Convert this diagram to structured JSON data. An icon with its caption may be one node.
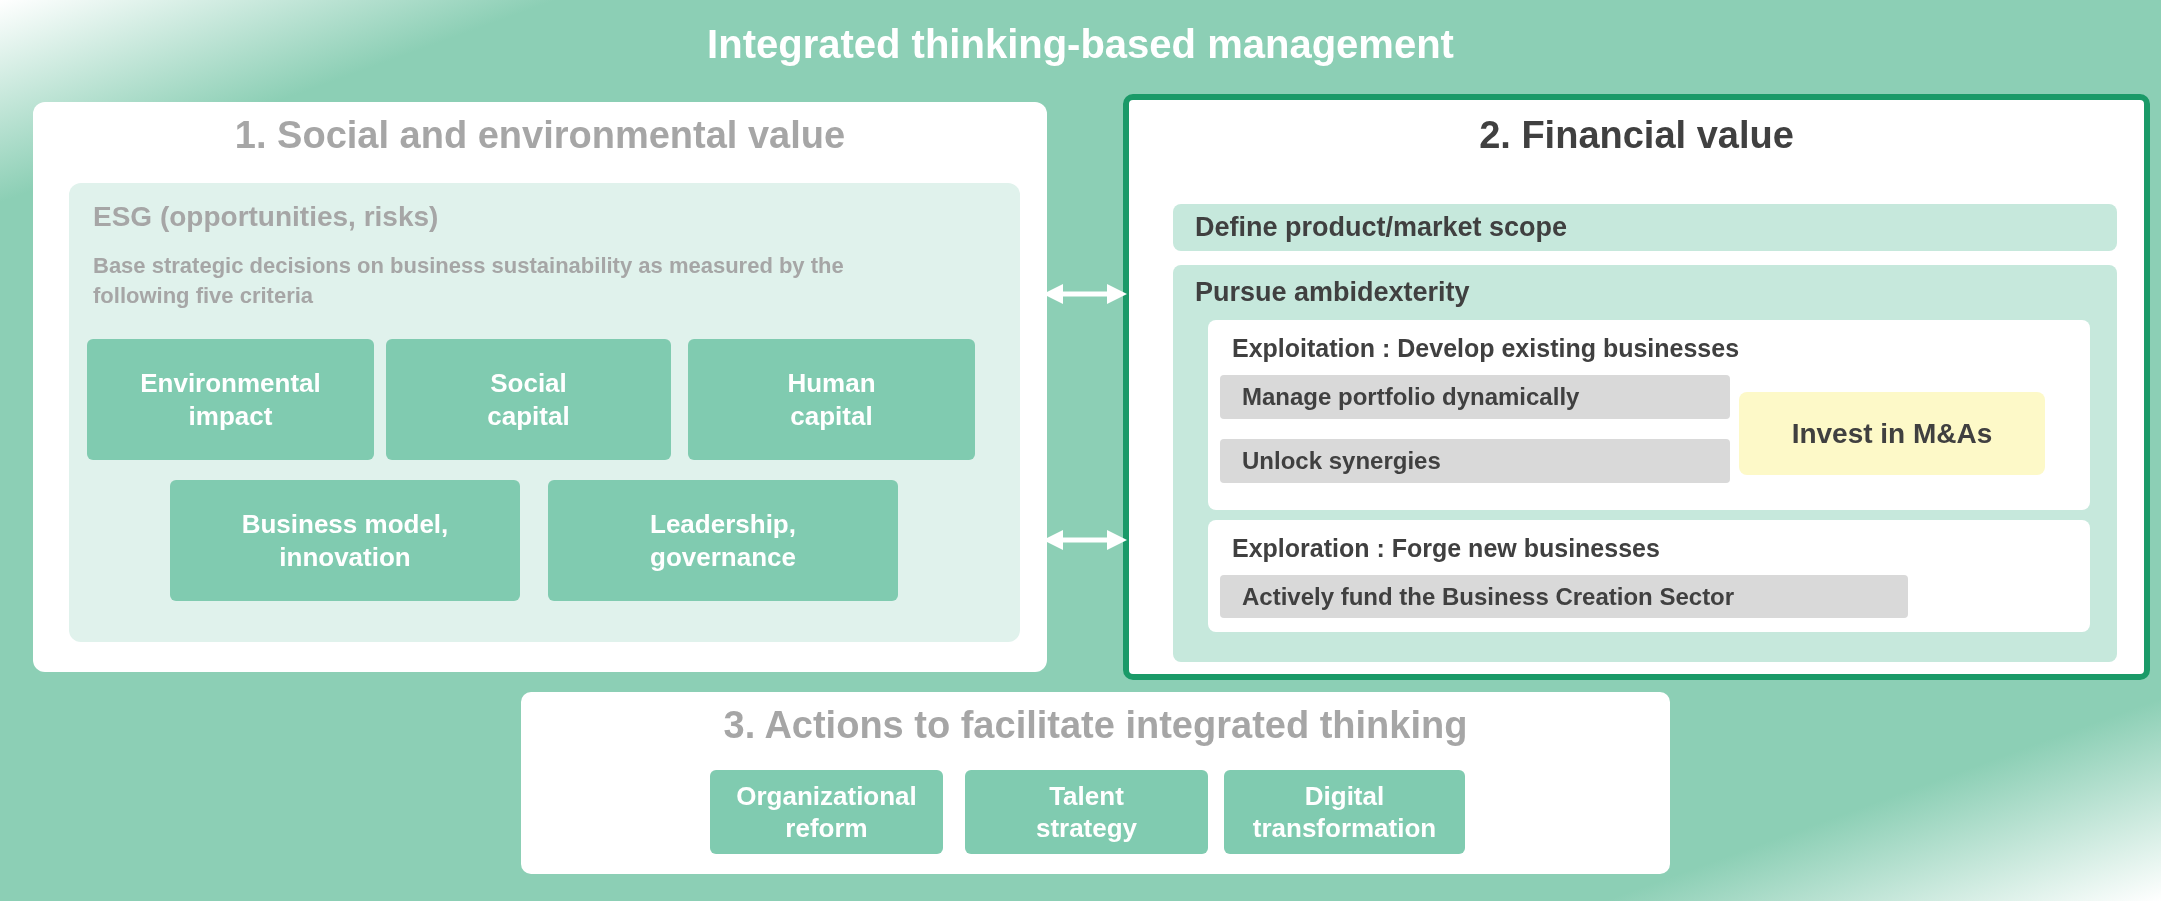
{
  "diagram": {
    "nodes": [
      {
        "text": [
          "Integrated thinking-based management"
        ]
      },
      {
        "text": [
          "1. Social and environmental value"
        ],
        "in": 0
      },
      {
        "text": [
          "ESG (opportunities, risks)",
          "Base strategic decisions on business sustainability as measured by the following five criteria"
        ],
        "in": 1
      },
      {
        "text": [
          "Environmental impact"
        ],
        "in": 2
      },
      {
        "text": [
          "Social capital"
        ],
        "in": 2
      },
      {
        "text": [
          "Human capital"
        ],
        "in": 2
      },
      {
        "text": [
          "Business model, innovation"
        ],
        "in": 2
      },
      {
        "text": [
          "Leadership, governance"
        ],
        "in": 2
      },
      {
        "text": [
          "2. Financial value"
        ],
        "in": 0
      },
      {
        "text": [
          "Define product/market scope"
        ],
        "in": 8
      },
      {
        "text": [
          "Pursue ambidexterity"
        ],
        "in": 8
      },
      {
        "text": [
          "Exploitation : Develop existing businesses"
        ],
        "in": 10
      },
      {
        "text": [
          "Manage portfolio dynamically"
        ],
        "in": 11
      },
      {
        "text": [
          "Unlock synergies"
        ],
        "in": 11
      },
      {
        "text": [
          "Invest in M&As"
        ],
        "in": 11
      },
      {
        "text": [
          "Exploration : Forge new businesses"
        ],
        "in": 10
      },
      {
        "text": [
          "Actively fund the Business Creation Sector"
        ],
        "in": 15
      },
      {
        "text": [
          "3. Actions to facilitate integrated thinking"
        ],
        "in": 0
      },
      {
        "text": [
          "Organizational reform"
        ],
        "in": 17
      },
      {
        "text": [
          "Talent strategy"
        ],
        "in": 17
      },
      {
        "text": [
          "Digital transformation"
        ],
        "in": 17
      }
    ],
    "edges": [
      {
        "from": 1,
        "to": 8,
        "arrow": "both"
      },
      {
        "from": 1,
        "to": 8,
        "arrow": "both"
      }
    ]
  }
}
